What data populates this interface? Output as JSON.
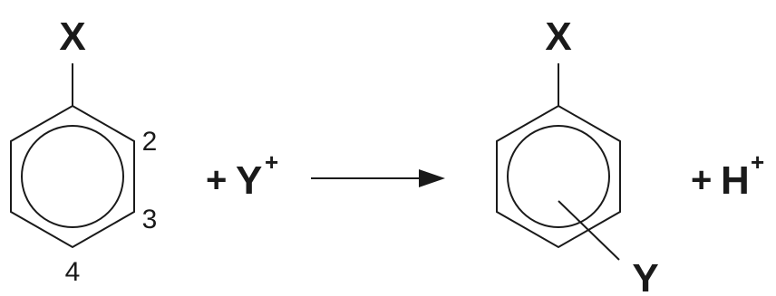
{
  "reactant": {
    "substituent": "X",
    "positions": [
      "2",
      "3",
      "4"
    ]
  },
  "reagent": {
    "plus": "+",
    "symbol": "Y",
    "charge": "+"
  },
  "product": {
    "substituent": "X",
    "new_group": "Y"
  },
  "byproduct": {
    "plus": "+",
    "symbol": "H",
    "charge": "+"
  },
  "colors": {
    "ink": "#1a1a1a",
    "background": "#ffffff"
  }
}
